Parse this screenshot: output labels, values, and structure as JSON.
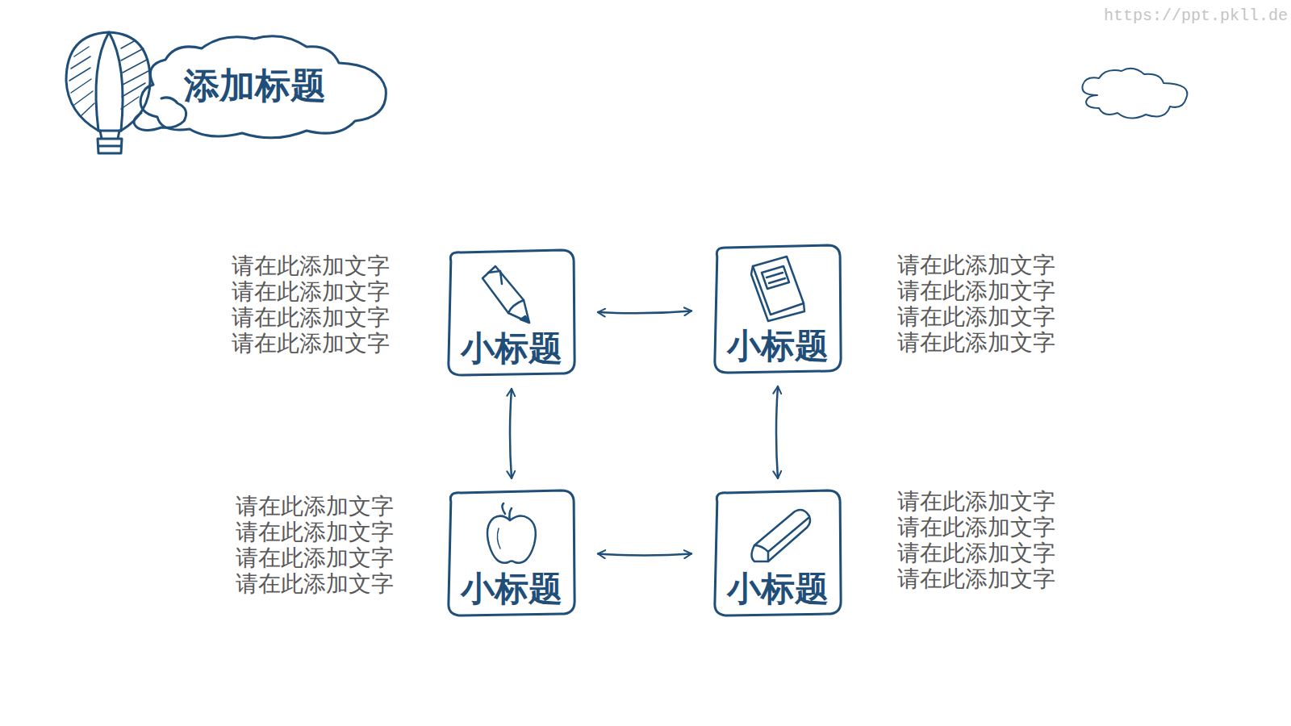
{
  "diagram": {
    "title": "添加标题",
    "nodes": [
      {
        "text": [
          "小标题"
        ]
      },
      {
        "text": [
          "小标题"
        ]
      },
      {
        "text": [
          "小标题"
        ]
      },
      {
        "text": [
          "小标题"
        ]
      }
    ],
    "edges": [
      {
        "from": 0,
        "to": 1,
        "arrow": "both"
      },
      {
        "from": 0,
        "to": 2,
        "arrow": "both"
      },
      {
        "from": 1,
        "to": 3,
        "arrow": "both"
      },
      {
        "from": 2,
        "to": 3,
        "arrow": "both"
      }
    ],
    "labels": [
      "https://ppt.pkll.de",
      "请在此添加文字请在此添加文字请在此添加文字请在此添加文字",
      "请在此添加文字请在此添加文字请在此添加文字请在此添加文字",
      "请在此添加文字请在此添加文字请在此添加文字请在此添加文字",
      "请在此添加文字请在此添加文字请在此添加文字请在此添加文字"
    ]
  }
}
